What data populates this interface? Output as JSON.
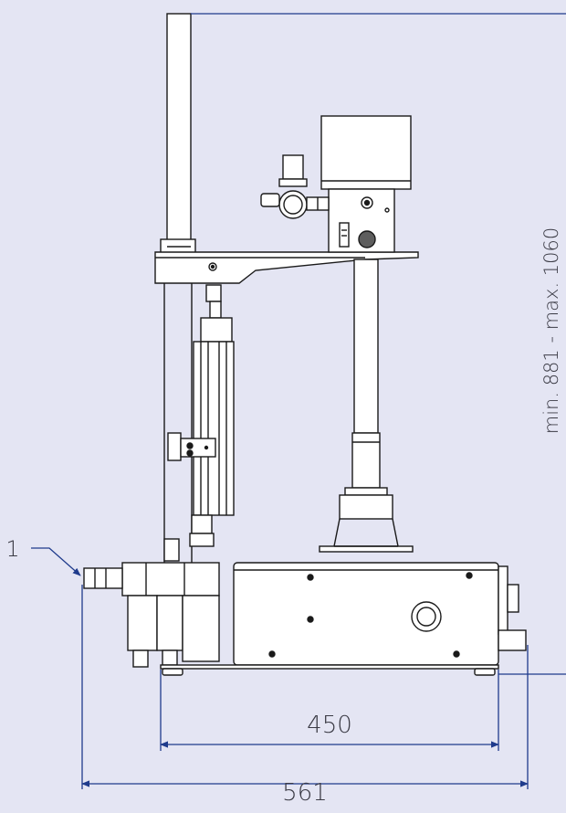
{
  "colors": {
    "background": "#e4e5f3",
    "dimension_line": "#1f3b8c",
    "machine_line": "#1a1a1a",
    "machine_fill": "#ffffff",
    "dark_part": "#6d6d6d"
  },
  "dimensions": {
    "base_width": "450",
    "overall_width": "561",
    "height_range": "min. 881 - max. 1060"
  },
  "callouts": [
    {
      "label": "1"
    }
  ]
}
